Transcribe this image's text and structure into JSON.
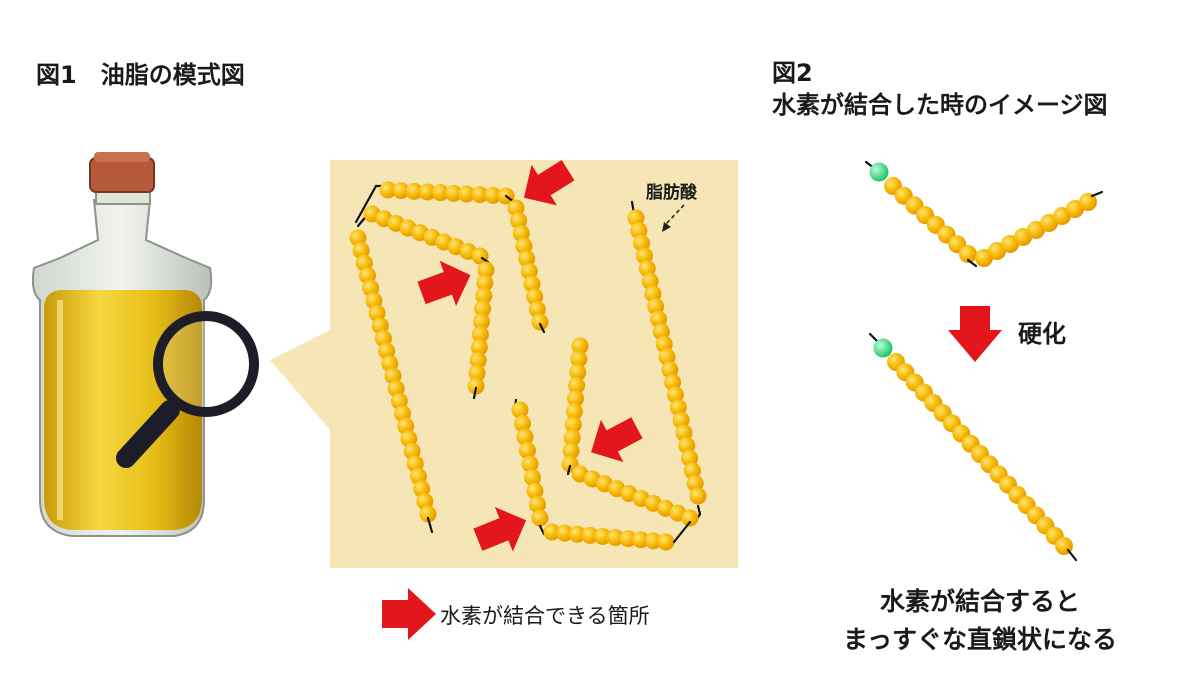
{
  "figure1": {
    "title": "図1　油脂の模式図",
    "fatty_acid_label": "脂肪酸",
    "legend_text": "水素が結合できる箇所"
  },
  "figure2": {
    "title": "図2",
    "subtitle": "水素が結合した時のイメージ図",
    "hardening_label": "硬化",
    "conclusion_line1": "水素が結合すると",
    "conclusion_line2": "まっすぐな直鎖状になる"
  },
  "colors": {
    "panel_bg": "#f6e6b5",
    "bead": "#f4b400",
    "bead_light": "#ffd84a",
    "arrow": "#e3161b",
    "hydrogen": "#3fe08a",
    "oil": "#e8c21a",
    "magnifier": "#1d1d29"
  },
  "icons": [
    "oil-bottle-icon",
    "magnifier-icon",
    "red-arrow-icon",
    "hydrogen-atom-icon"
  ]
}
